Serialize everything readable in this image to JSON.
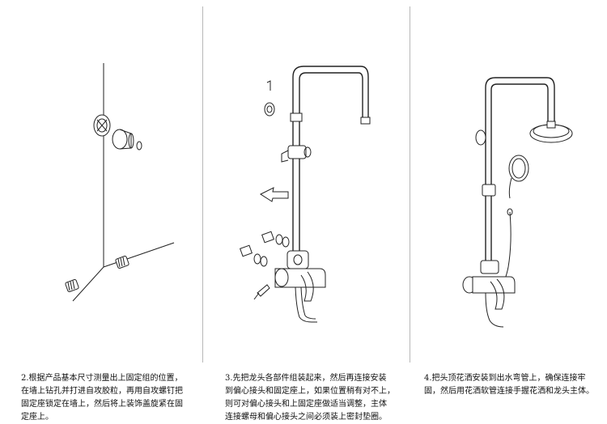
{
  "panels": [
    {
      "step": "2.",
      "lines": [
        "根据产品基本尺寸测量出上固定组的位置，",
        "在墙上钻孔并打进自攻胶粒，再用自攻螺钉把",
        "固定座锁定在墙上，然后将上装饰盖旋紧在固",
        "定座上。"
      ]
    },
    {
      "step": "3.",
      "lines": [
        "先把龙头各部件组装起来，然后再连接安装",
        "到偏心接头和固定座上，如果位置稍有对不上，",
        "则可对偏心接头和上固定座做适当调整，主体",
        "连接螺母和偏心接头之间必须装上密封垫圈。"
      ]
    },
    {
      "step": "4.",
      "lines": [
        "把头顶花洒安装到出水弯管上，确保连接牢",
        "固，然后用花洒软管连接手握花洒和龙头主体。"
      ]
    }
  ]
}
